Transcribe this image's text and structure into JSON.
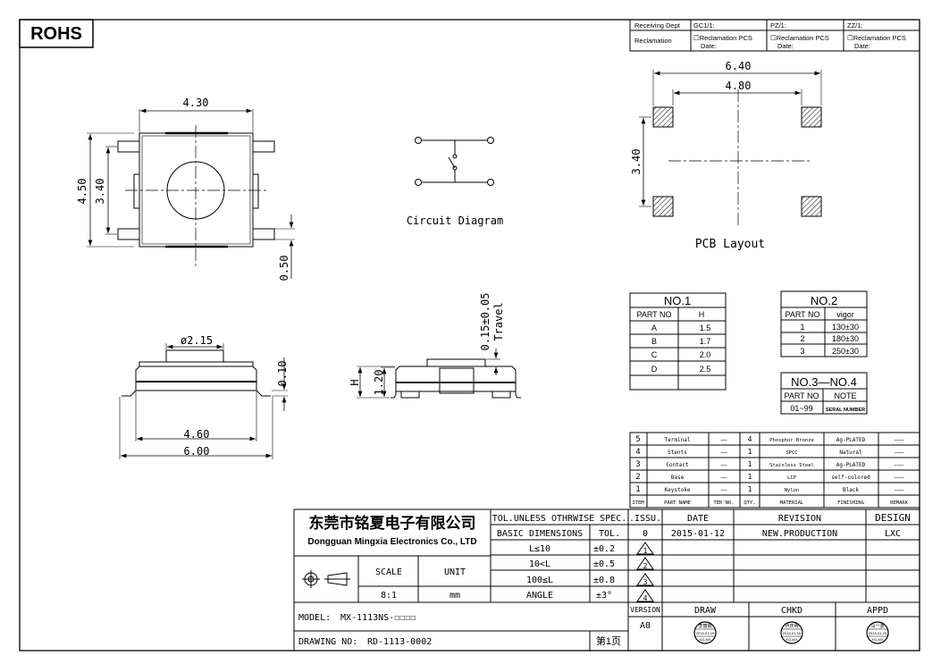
{
  "rohs": "ROHS",
  "receiving": {
    "r1": [
      "Receiving Dept",
      "GC1/1:",
      "PZ/1:",
      "ZZ/1:"
    ],
    "r2_label": "Reclamation",
    "r2_cell_top": "☐Reclamation  PCS",
    "r2_cell_bottom": "Date:"
  },
  "top_view": {
    "dim_top": "4.30",
    "dim_left_outer": "4.50",
    "dim_left_inner": "3.40",
    "dim_pitch": "0.50"
  },
  "circuit": {
    "caption": "Circuit Diagram"
  },
  "pcb": {
    "dim_outer": "6.40",
    "dim_inner": "4.80",
    "dim_height": "3.40",
    "caption": "PCB Layout"
  },
  "side_view": {
    "dia": "ø2.15",
    "height": "0.10",
    "w_inner": "4.60",
    "w_outer": "6.00"
  },
  "front_view": {
    "h_label": "H",
    "h_value": "1.20",
    "travel_value": "0.15±0.05",
    "travel_label": "Travel"
  },
  "no1": {
    "title": "NO.1",
    "headers": [
      "PART NO",
      "H"
    ],
    "rows": [
      [
        "A",
        "1.5"
      ],
      [
        "B",
        "1.7"
      ],
      [
        "C",
        "2.0"
      ],
      [
        "D",
        "2.5"
      ]
    ]
  },
  "no2": {
    "title": "NO.2",
    "headers": [
      "PART NO",
      "vigor"
    ],
    "rows": [
      [
        "1",
        "130±30"
      ],
      [
        "2",
        "180±30"
      ],
      [
        "3",
        "250±30"
      ]
    ]
  },
  "no34": {
    "title": "NO.3—NO.4",
    "headers": [
      "PART NO",
      "NOTE"
    ],
    "row": [
      "01~99",
      "SERAL NUMBER"
    ]
  },
  "bom": {
    "headers": [
      "ITEM",
      "PART NAME",
      "TER'NO.",
      "QTY.",
      "MATERIAL",
      "FINISHING",
      "REMARK"
    ],
    "rows": [
      [
        "5",
        "Terminal",
        "——",
        "4",
        "Phosphor Bronze",
        "Ag-PLATED",
        "———"
      ],
      [
        "4",
        "Stents",
        "——",
        "1",
        "SPCC",
        "Natural",
        "———"
      ],
      [
        "3",
        "Contact",
        "——",
        "1",
        "Stainless Steel",
        "Ag-PLATED",
        "———"
      ],
      [
        "2",
        "Base",
        "——",
        "1",
        "LCP",
        "self-colored",
        "———"
      ],
      [
        "1",
        "Keystoke",
        "——",
        "1",
        "Nylon",
        "Black",
        "———"
      ]
    ]
  },
  "title_block": {
    "company_cn": "东莞市铭夏电子有限公司",
    "company_en": "Dongguan Mingxia Electronics Co., LTD",
    "tol_title": "TOL.UNLESS OTHRWISE SPEC.",
    "basic_dims": "BASIC DIMENSIONS",
    "tol": "TOL.",
    "tol_rows": [
      [
        "L≤10",
        "±0.2"
      ],
      [
        "10<L",
        "±0.5"
      ],
      [
        "100≤L",
        "±0.8"
      ],
      [
        "ANGLE",
        "±3°"
      ]
    ],
    "scale_label": "SCALE",
    "unit_label": "UNIT",
    "scale": "8:1",
    "unit": "mm",
    "issu_h": ".ISSU.",
    "date_h": "DATE",
    "revision_h": "REVISION",
    "design_h": "DESIGN",
    "issu": "0",
    "date": "2015-01-12",
    "revision": "NEW.PRODUCTION",
    "design": "LXC",
    "triangles": [
      "1",
      "2",
      "3",
      "4"
    ],
    "version_h": "VERSION",
    "version": "A0",
    "draw": "DRAW",
    "chkd": "CHKD",
    "appd": "APPD",
    "model_label": "MODEL:",
    "model": "MX-1113NS-☐☐☐☐",
    "drawing_label": "DRAWING NO:",
    "drawing": "RD-1113-0002",
    "page": "第1页",
    "stamps": [
      {
        "name": "李丽娟",
        "date": "2015-01-15",
        "org": "KG-MX"
      },
      {
        "name": "卢庆明",
        "date": "2015-01-15",
        "org": "KG-MX"
      },
      {
        "name": "马一波",
        "date": "2015-01-15",
        "org": "KG-MX"
      }
    ]
  }
}
